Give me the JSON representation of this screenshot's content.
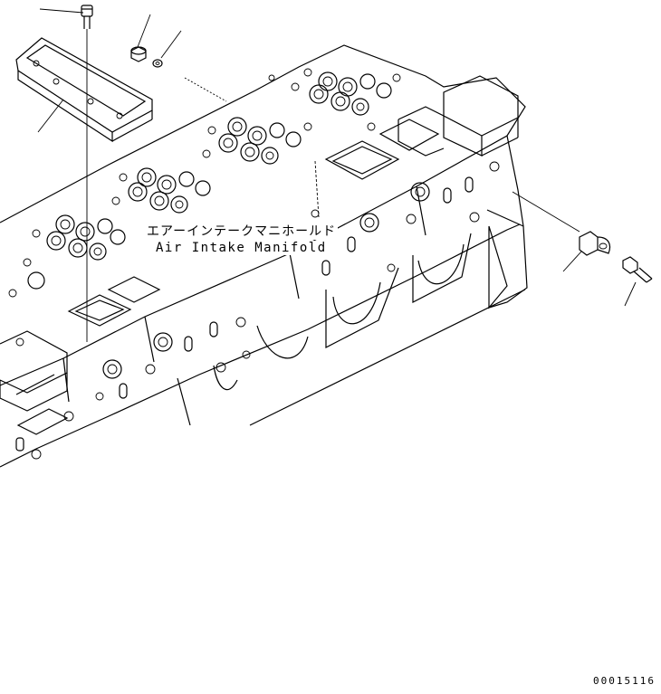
{
  "labels": {
    "part_jp": "エアーインテークマニホールド",
    "part_en": "Air Intake Manifold"
  },
  "drawing_number": "00015116"
}
